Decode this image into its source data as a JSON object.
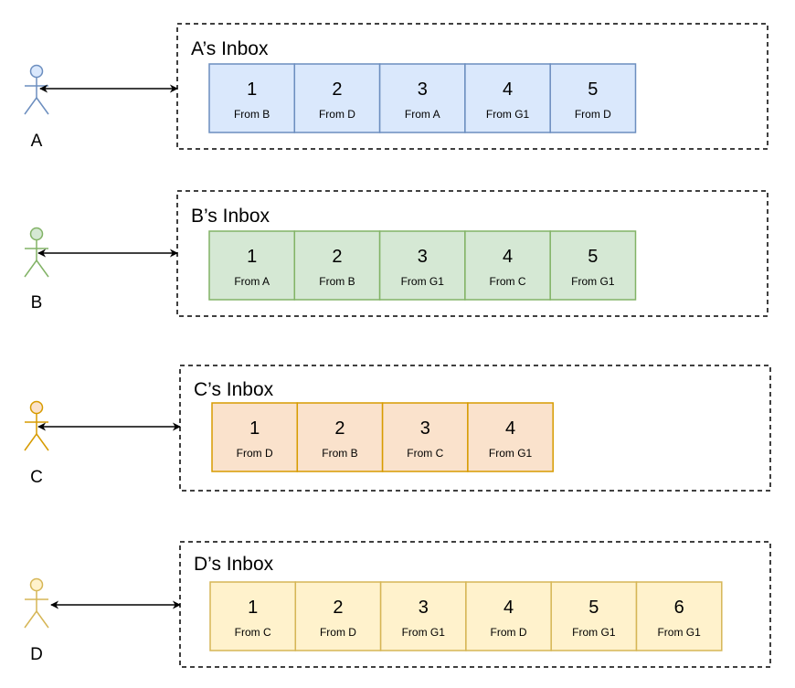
{
  "rows": [
    {
      "actor": "A",
      "inbox_title": "A’s Inbox",
      "fill": "#dae8fc",
      "stroke": "#6c8ebf",
      "messages": [
        {
          "num": "1",
          "from": "From B"
        },
        {
          "num": "2",
          "from": "From D"
        },
        {
          "num": "3",
          "from": "From A"
        },
        {
          "num": "4",
          "from": "From G1"
        },
        {
          "num": "5",
          "from": "From D"
        }
      ]
    },
    {
      "actor": "B",
      "inbox_title": "B’s Inbox",
      "fill": "#d5e8d4",
      "stroke": "#82b366",
      "messages": [
        {
          "num": "1",
          "from": "From A"
        },
        {
          "num": "2",
          "from": "From B"
        },
        {
          "num": "3",
          "from": "From G1"
        },
        {
          "num": "4",
          "from": "From C"
        },
        {
          "num": "5",
          "from": "From G1"
        }
      ]
    },
    {
      "actor": "C",
      "inbox_title": "C’s Inbox",
      "fill": "#fae2cc",
      "stroke": "#d79b00",
      "messages": [
        {
          "num": "1",
          "from": "From D"
        },
        {
          "num": "2",
          "from": "From B"
        },
        {
          "num": "3",
          "from": "From C"
        },
        {
          "num": "4",
          "from": "From G1"
        }
      ]
    },
    {
      "actor": "D",
      "inbox_title": "D’s Inbox",
      "fill": "#fff2cc",
      "stroke": "#d6b656",
      "messages": [
        {
          "num": "1",
          "from": "From C"
        },
        {
          "num": "2",
          "from": "From D"
        },
        {
          "num": "3",
          "from": "From G1"
        },
        {
          "num": "4",
          "from": "From D"
        },
        {
          "num": "5",
          "from": "From G1"
        },
        {
          "num": "6",
          "from": "From G1"
        }
      ]
    }
  ]
}
